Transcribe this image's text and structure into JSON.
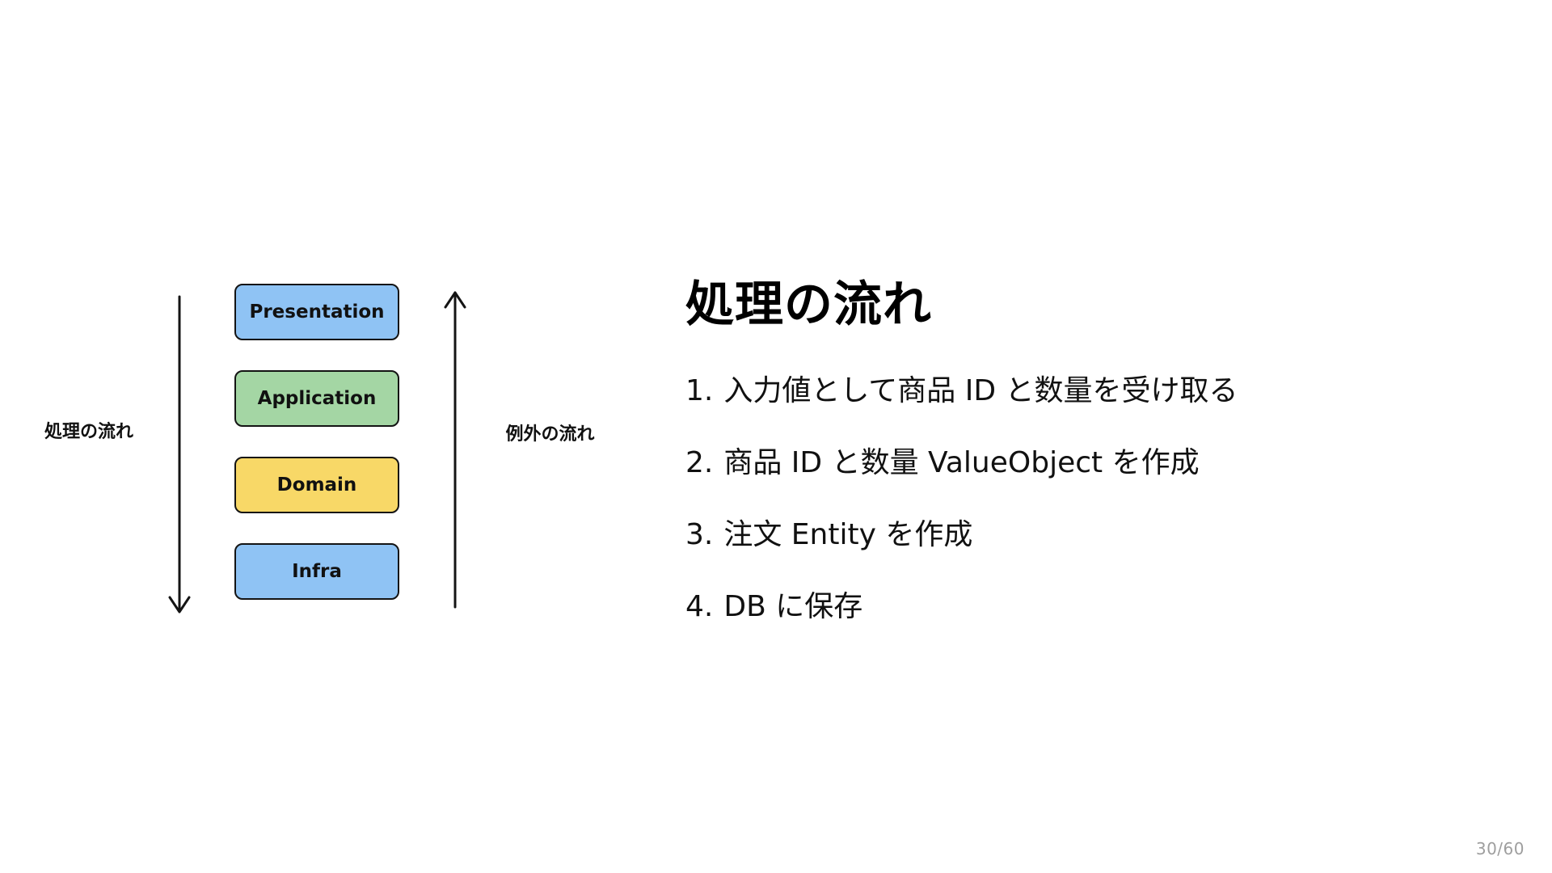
{
  "slide": {
    "page_number": "30/60"
  },
  "diagram": {
    "flow_label_left": "処理の流れ",
    "flow_label_right": "例外の流れ",
    "layers": [
      {
        "label": "Presentation",
        "color": "#8fc3f4"
      },
      {
        "label": "Application",
        "color": "#a4d6a4"
      },
      {
        "label": "Domain",
        "color": "#f8d867"
      },
      {
        "label": "Infra",
        "color": "#8fc3f4"
      }
    ]
  },
  "content": {
    "title": "処理の流れ",
    "steps": [
      {
        "num": "1.",
        "text": "入力値として商品 ID と数量を受け取る"
      },
      {
        "num": "2.",
        "text": "商品 ID と数量 ValueObject を作成"
      },
      {
        "num": "3.",
        "text": "注文 Entity を作成"
      },
      {
        "num": "4.",
        "text": "DB に保存"
      }
    ]
  }
}
